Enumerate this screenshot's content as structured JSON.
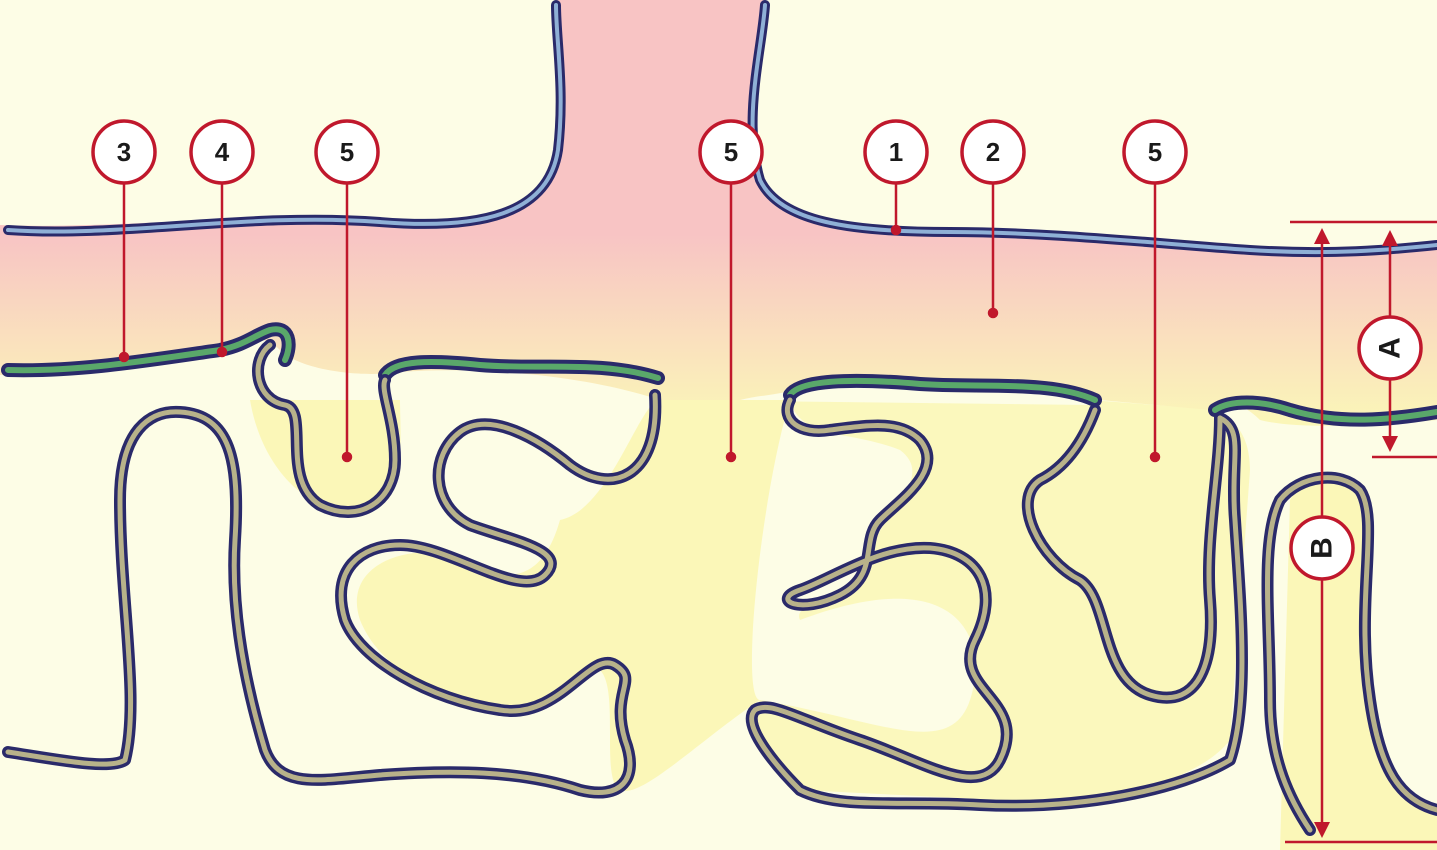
{
  "callouts": [
    {
      "id": "c3",
      "label": "3"
    },
    {
      "id": "c4",
      "label": "4"
    },
    {
      "id": "c5a",
      "label": "5"
    },
    {
      "id": "c5b",
      "label": "5"
    },
    {
      "id": "c1",
      "label": "1"
    },
    {
      "id": "c2",
      "label": "2"
    },
    {
      "id": "c5c",
      "label": "5"
    }
  ],
  "dimensions": {
    "a_label": "A",
    "b_label": "B"
  },
  "colors": {
    "background": "#fdfde6",
    "pink_region": "#f8c4c4",
    "yellow_region": "#fbf7b8",
    "annotation_red": "#c0182c",
    "membrane_blue": "#8fb0d6",
    "membrane_green": "#5aa86a",
    "tube_tan": "#b8b28a",
    "outline_navy": "#2a2a6a"
  }
}
